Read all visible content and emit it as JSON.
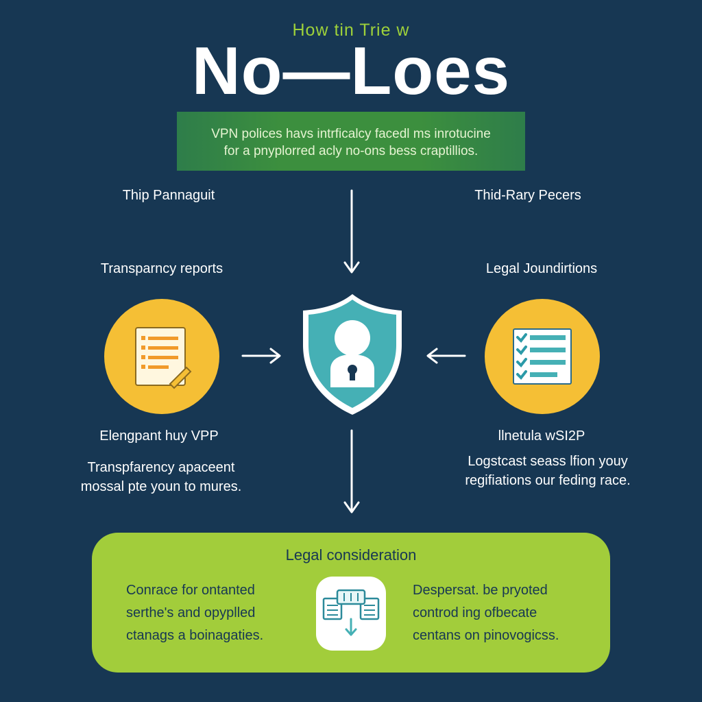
{
  "header": {
    "eyebrow": "How tin Trie w",
    "title": "No—Loes"
  },
  "intro": {
    "lines": [
      "VPN polices havs intrficalcy facedl ms inrotucine",
      "for a pnyplorred acly no-ons bess craptillios."
    ]
  },
  "left": {
    "top_label": "Thip Pannaguit",
    "section_label": "Transparncy reports",
    "icon": "document-icon",
    "caption_title": "Elengpant huy VPP",
    "caption_lines": [
      "Transpfarency apaceent",
      "mossal pte youn to mures."
    ]
  },
  "right": {
    "top_label": "Thid-Rary Pecers",
    "section_label": "Legal Joundirtions",
    "icon": "checklist-icon",
    "caption_title": "llnetula wSI2P",
    "caption_lines": [
      "Logstcast seass lfion youy",
      "regifiations our feding race."
    ]
  },
  "center": {
    "icon": "shield-lock-icon"
  },
  "panel": {
    "title": "Legal consideration",
    "left_lines": [
      "Conrace for ontanted",
      "serthe's and opyplled",
      "ctanags a boinagaties."
    ],
    "right_lines": [
      "Despersat. be pryoted",
      "controd ing ofbecate",
      "centans on pinovogicss."
    ],
    "icon": "transfer-icon"
  },
  "colors": {
    "background": "#173753",
    "accent_green": "#9ed13a",
    "panel_green": "#a2cd3b",
    "circle_yellow": "#f5bf35",
    "shield_teal": "#45b0b5"
  }
}
